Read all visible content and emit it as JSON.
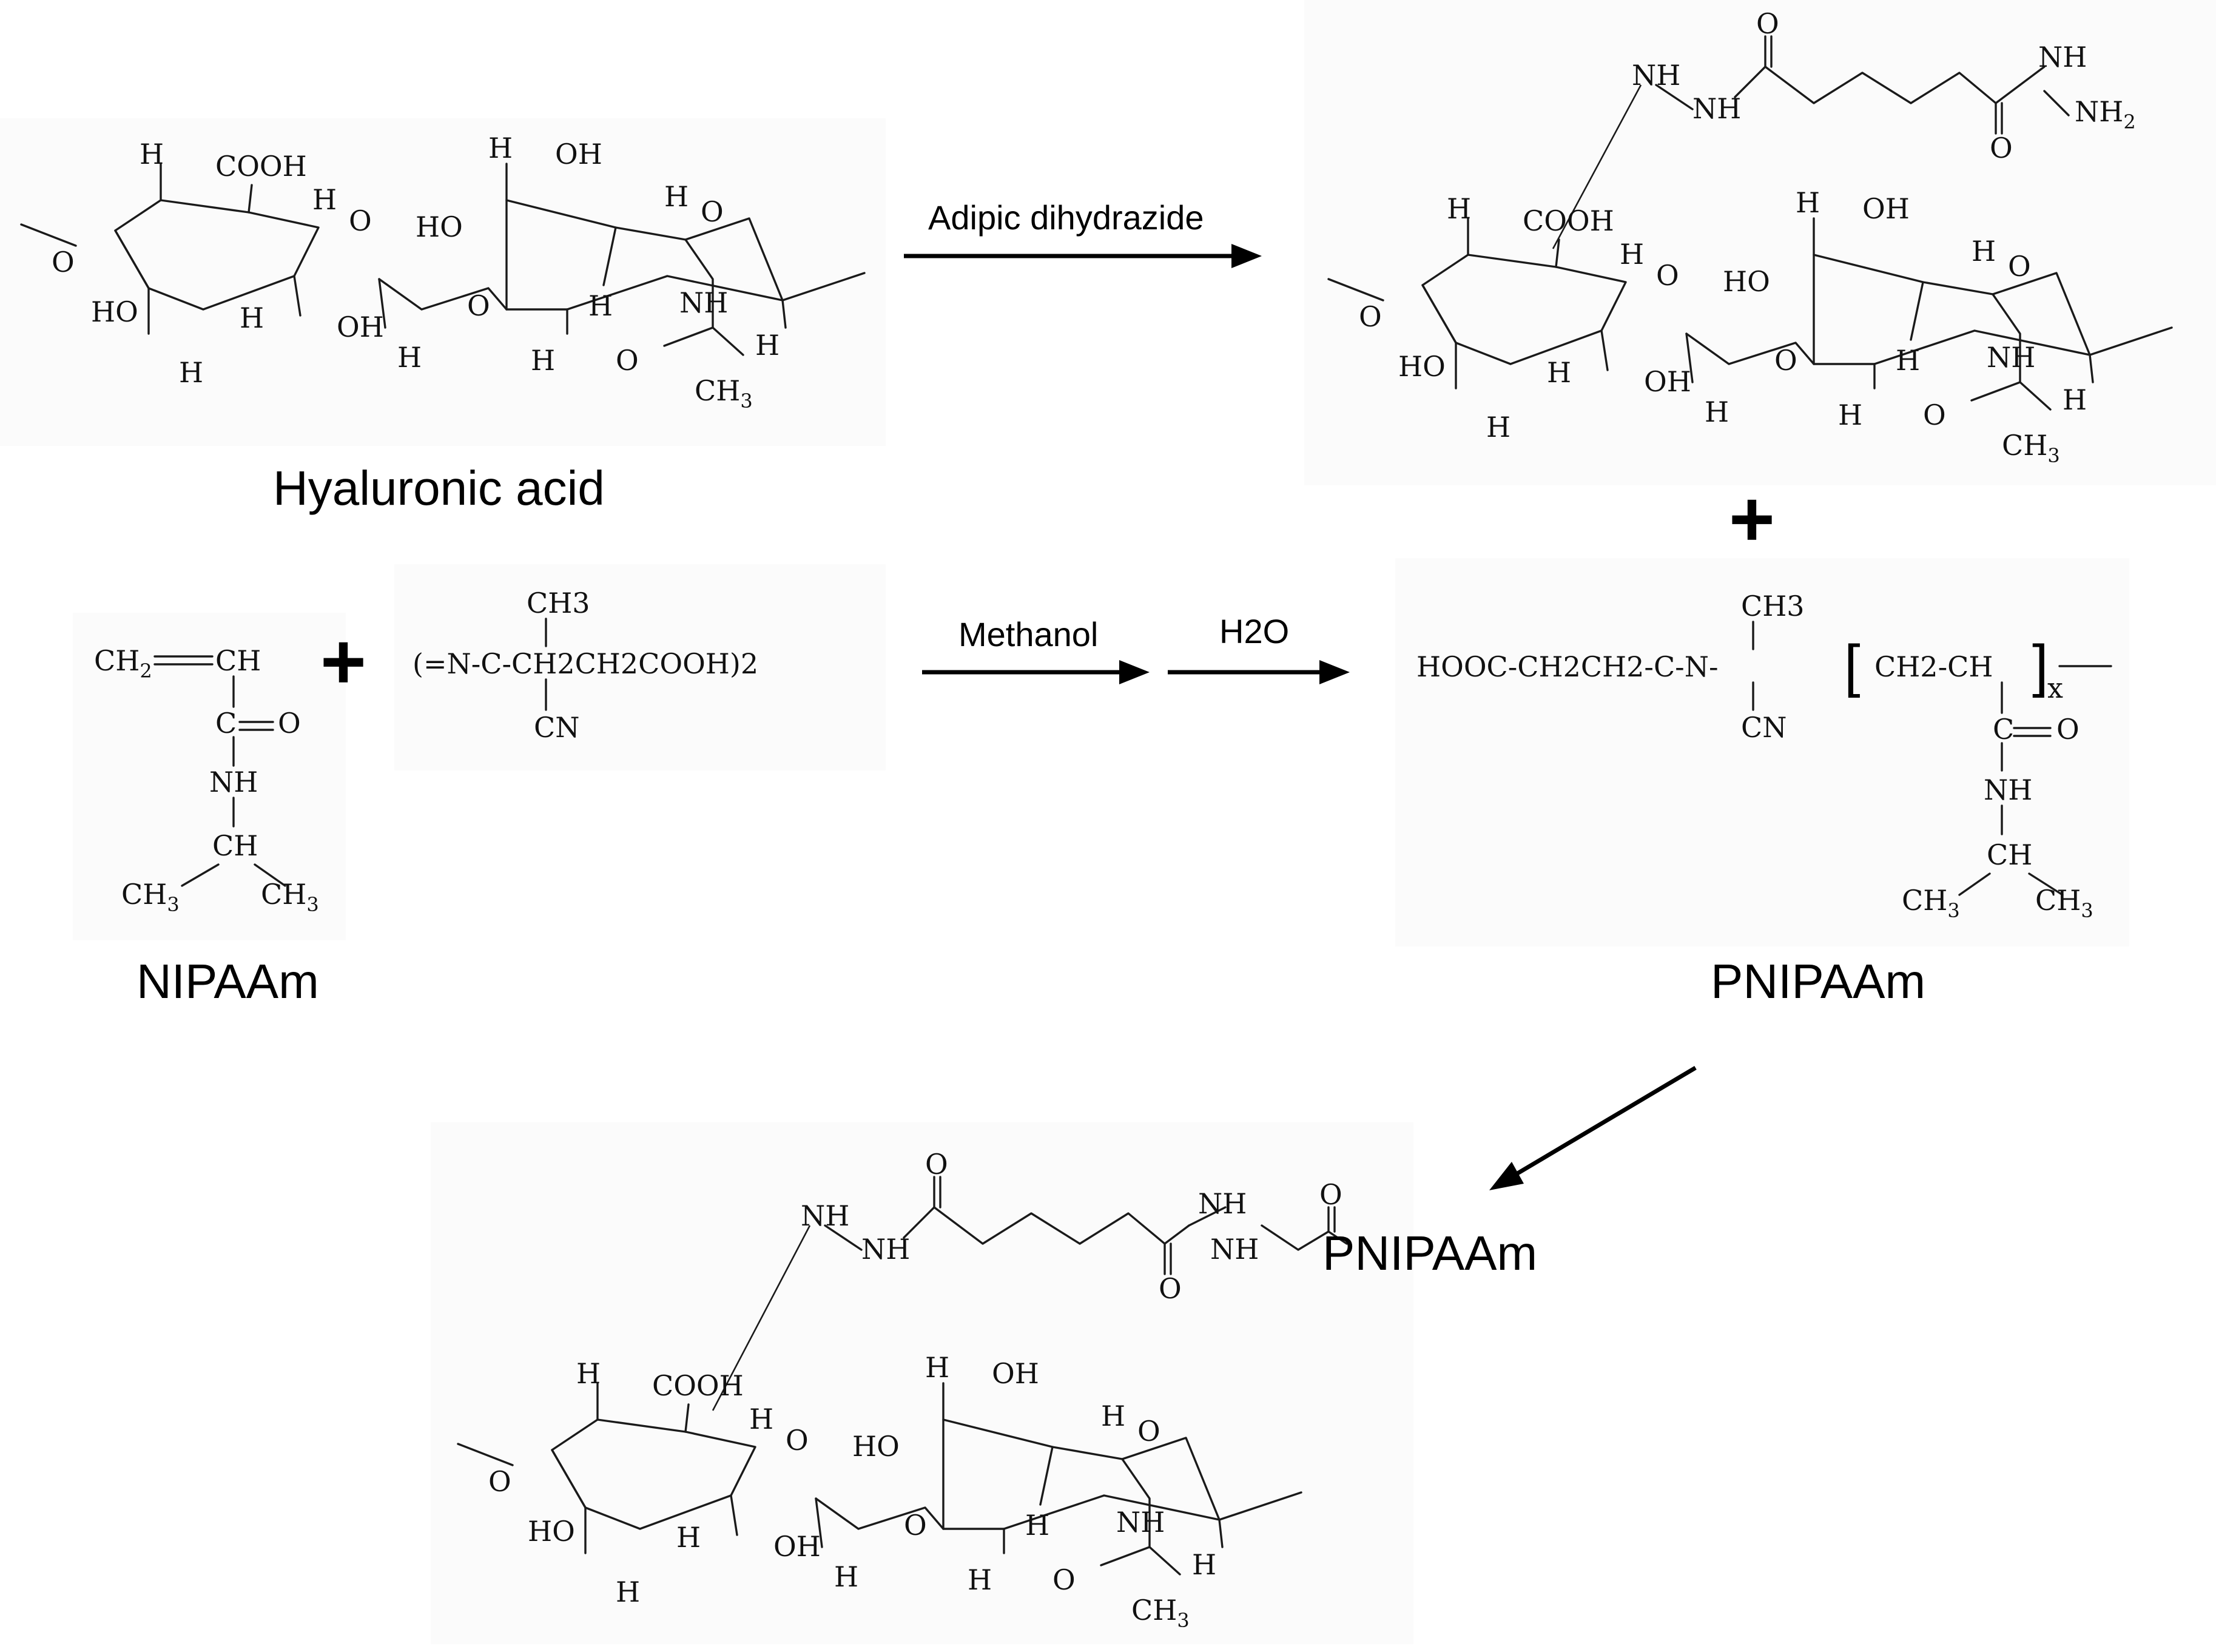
{
  "labels": {
    "hyaluronic_acid": "Hyaluronic acid",
    "nipaam": "NIPAAm",
    "pnipaam": "PNIPAAm",
    "product_tail": "PNIPAAm"
  },
  "conditions": {
    "adipic": "Adipic dihydrazide",
    "methanol": "Methanol",
    "water": "H2O"
  },
  "symbols": {
    "plus": "+"
  },
  "initiator": {
    "formula": "(=N-C-CH2CH2COOH)2",
    "ch3": "CH3",
    "cn": "CN"
  },
  "polymer": {
    "chain": "HOOC-CH2CH2-C-N-",
    "repeat": "CH2-CH",
    "index": "x",
    "ch3": "CH3",
    "cn": "CN"
  },
  "hydrazide_linker": {
    "nh": "NH",
    "nh2": "NH2",
    "o": "O"
  },
  "icons": {
    "ring": "hexagon-ring-glyph",
    "arrow": "reaction-arrow-icon"
  }
}
